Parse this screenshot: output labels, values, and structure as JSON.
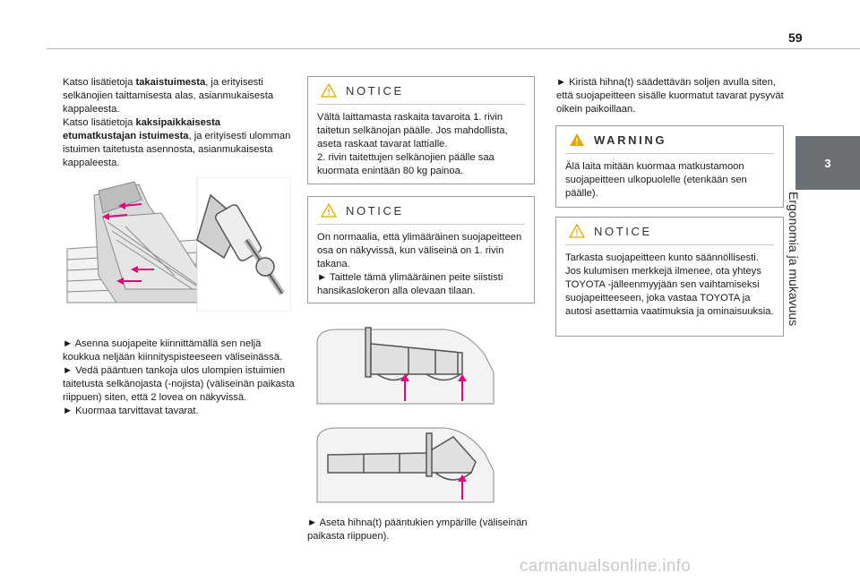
{
  "page": {
    "number": "59",
    "chapter_number": "3",
    "chapter_title": "Ergonomia ja mukavuus"
  },
  "col1": {
    "p1_a": "Katso lisätietoja ",
    "p1_b": "takaistuimesta",
    "p1_c": ", ja erityisesti selkänojien taittamisesta alas, asianmukaisesta kappaleesta.",
    "p2_a": "Katso lisätietoja ",
    "p2_b": "kaksipaikkaisesta etumatkustajan istuimesta",
    "p2_c": ", ja erityisesti ulomman istuimen taitetusta asennosta, asianmukaisesta kappaleesta.",
    "steps": [
      "► Asenna suojapeite kiinnittämällä sen neljä koukkua neljään kiinnityspisteeseen väliseinässä.",
      "► Vedä pääntuen tankoja ulos ulompien istuimien taitetusta selkänojasta (-nojista) (väliseinän paikasta riippuen) siten, että 2 lovea on näkyvissä.",
      "► Kuormaa tarvittavat tavarat."
    ]
  },
  "notice1": {
    "heading": "NOTICE",
    "line1": "Vältä laittamasta raskaita tavaroita 1. rivin taitetun selkänojan päälle. Jos mahdollista, aseta raskaat tavarat lattialle.",
    "line2": "2. rivin taitettujen selkänojien päälle saa kuormata enintään 80 kg painoa."
  },
  "notice2": {
    "heading": "NOTICE",
    "line1": "On normaalia, että ylimääräinen suojapeitteen osa on näkyvissä, kun väliseinä on 1. rivin takana.",
    "line2": "► Taittele tämä ylimääräinen peite siististi hansikaslokeron alla olevaan tilaan."
  },
  "col2": {
    "step": "► Aseta hihna(t) pääntukien ympärille (väliseinän paikasta riippuen)."
  },
  "col3": {
    "step": "► Kiristä hihna(t) säädettävän soljen avulla siten, että suojapeitteen sisälle kuormatut tavarat pysyvät oikein paikoillaan."
  },
  "warning": {
    "heading": "WARNING",
    "text": "Älä laita mitään kuormaa matkustamoon suojapeitteen ulkopuolelle (etenkään sen päälle)."
  },
  "notice3": {
    "heading": "NOTICE",
    "text": "Tarkasta suojapeitteen kunto säännöllisesti. Jos kulumisen merkkejä ilmenee, ota yhteys TOYOTA -jälleenmyyjään sen vaihtamiseksi suojapeitteeseen, joka vastaa TOYOTA ja autosi asettamia vaatimuksia ja ominaisuuksia."
  },
  "watermark": "carmanualsonline.info",
  "colors": {
    "chapter_tab": "#6a7074",
    "arrow": "#e6007e",
    "warning_icon": "#e8a800",
    "notice_icon": "#e8a800",
    "box_border": "#9d9d9d"
  }
}
